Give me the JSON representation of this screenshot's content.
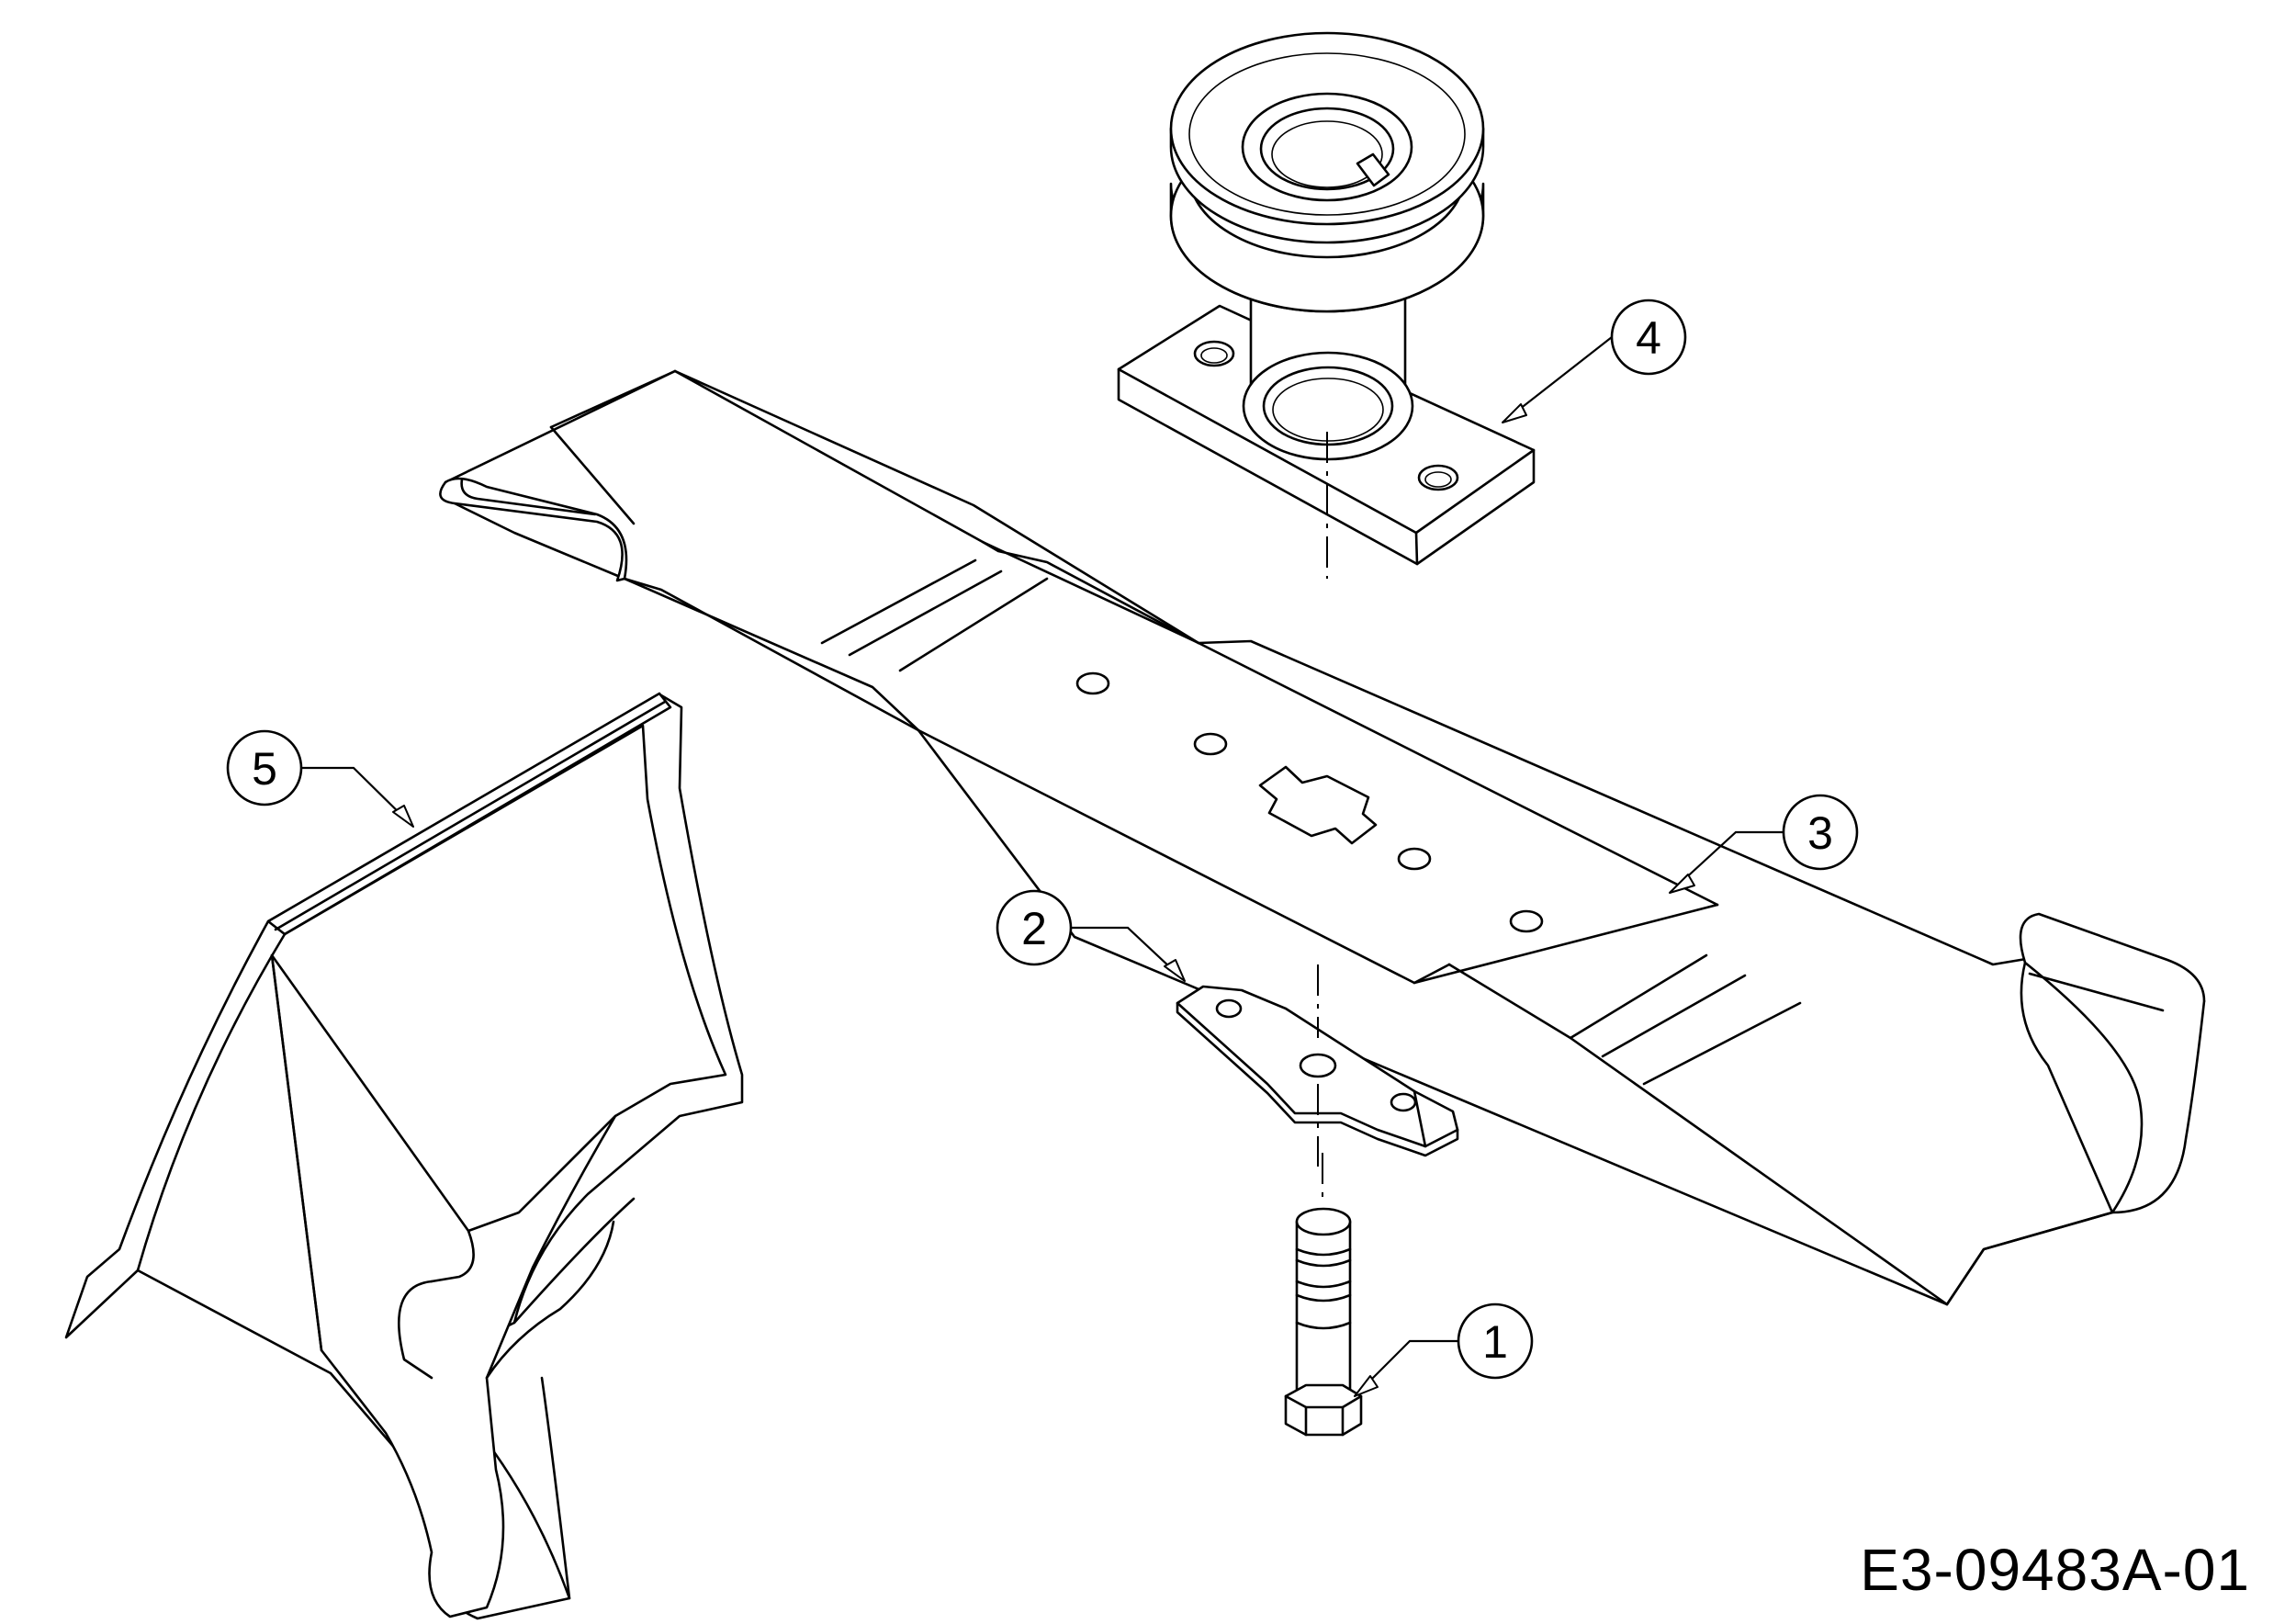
{
  "drawing_code": "E3-09483A-01",
  "callouts": {
    "bolt": "1",
    "reinforcement_plate": "2",
    "mulching_blade": "3",
    "spindle_assembly": "4",
    "mulch_plug": "5"
  }
}
